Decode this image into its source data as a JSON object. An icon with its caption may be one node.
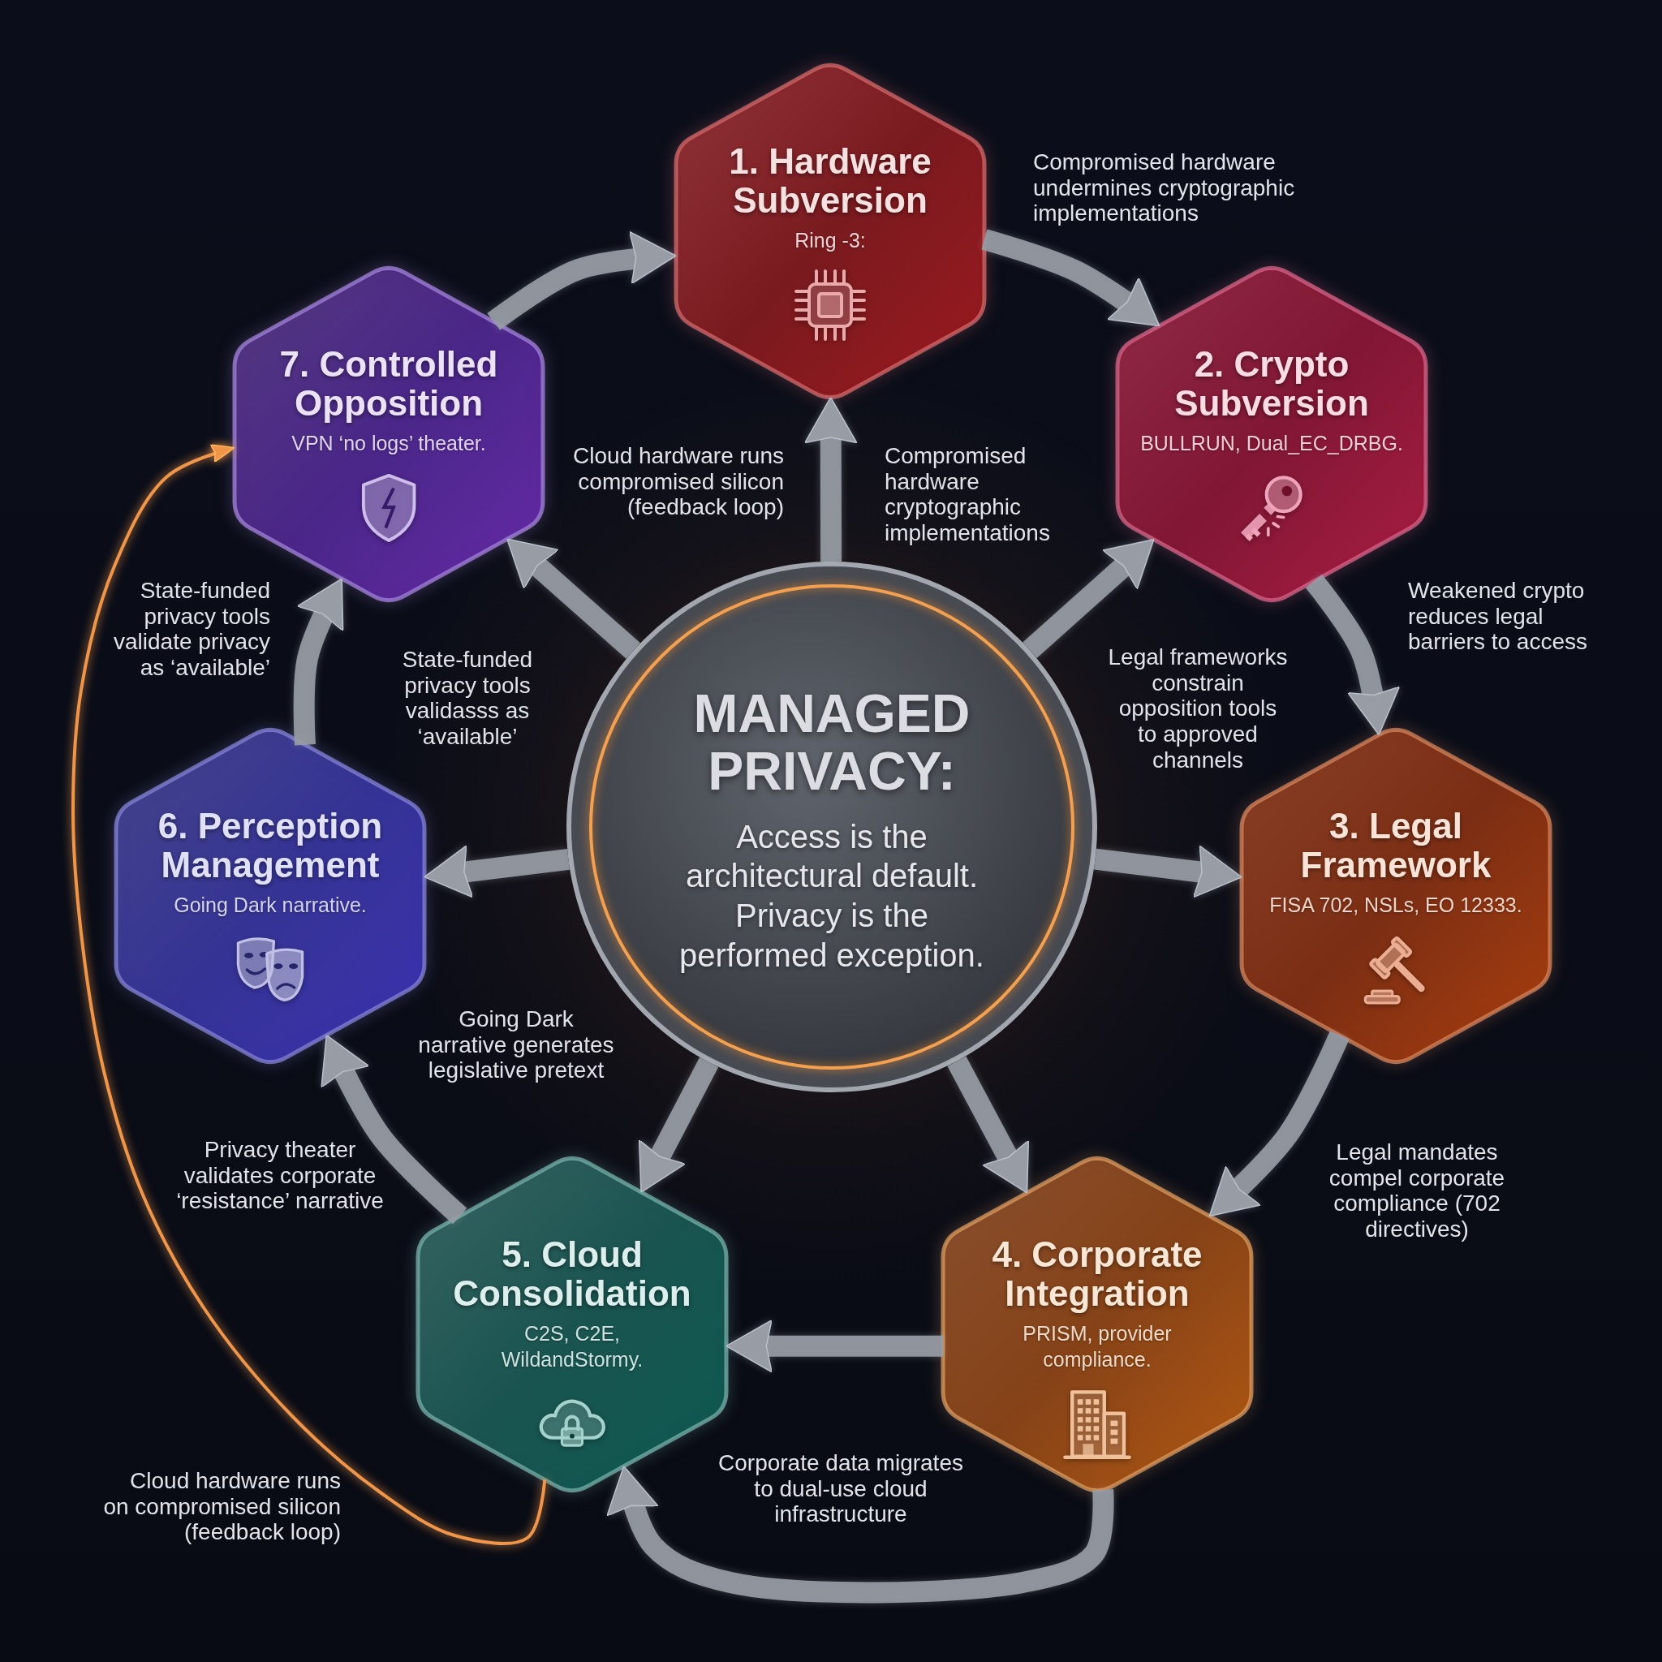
{
  "diagram": {
    "nodes": [
      {
        "text": [
          "1. Hardware Subversion",
          "Ring -3:"
        ]
      },
      {
        "text": [
          "2. Crypto Subversion",
          "BULLRUN, Dual_EC_DRBG."
        ]
      },
      {
        "text": [
          "3. Legal Framework",
          "FISA 702, NSLs, EO 12333."
        ]
      },
      {
        "text": [
          "4. Corporate Integration",
          "PRISM, provider compliance."
        ]
      },
      {
        "text": [
          "5. Cloud Consolidation",
          "C2S, C2E, WildandStormy."
        ]
      },
      {
        "text": [
          "6. Perception Management",
          "Going Dark narrative."
        ]
      },
      {
        "text": [
          "7. Controlled Opposition",
          "VPN ‘no logs’ theater."
        ]
      },
      {
        "text": [
          "MANAGED PRIVACY:",
          "Access is the architectural default. Privacy is the performed exception."
        ]
      }
    ],
    "edges": [
      {
        "from": 7,
        "to": 0,
        "arrow": "to"
      },
      {
        "from": 7,
        "to": 1,
        "arrow": "to"
      },
      {
        "from": 7,
        "to": 2,
        "arrow": "to"
      },
      {
        "from": 7,
        "to": 3,
        "arrow": "to"
      },
      {
        "from": 7,
        "to": 4,
        "arrow": "to"
      },
      {
        "from": 7,
        "to": 5,
        "arrow": "to"
      },
      {
        "from": 7,
        "to": 6,
        "arrow": "to"
      },
      {
        "from": 6,
        "to": 0,
        "arrow": "to"
      },
      {
        "from": 0,
        "to": 1,
        "arrow": "to"
      },
      {
        "from": 1,
        "to": 2,
        "arrow": "to"
      },
      {
        "from": 2,
        "to": 3,
        "arrow": "to"
      },
      {
        "from": 3,
        "to": 4,
        "arrow": "to"
      },
      {
        "from": 3,
        "to": 4,
        "arrow": "to"
      },
      {
        "from": 4,
        "to": 5,
        "arrow": "to"
      },
      {
        "from": 5,
        "to": 6,
        "arrow": "to"
      },
      {
        "from": 4,
        "to": 6,
        "arrow": "to",
        "color": "#f0964a"
      }
    ],
    "labels": [
      "Compromised hardware undermines cryptographic implementations",
      "Cloud hardware runs compromised silicon (feedback loop)",
      "Compromised hardware cryptographic implementations",
      "State-funded privacy tools validate privacy as ‘available’",
      "Weakened crypto reduces legal barriers to access",
      "State-funded privacy tools validasss as ‘available’",
      "Legal frameworks constrain opposition tools to approved channels",
      "Going Dark narrative generates legislative pretext",
      "Privacy theater validates corporate ‘resistance’ narrative",
      "Legal mandates compel corporate compliance (702 directives)",
      "Cloud hardware runs on compromised silicon (feedback loop)",
      "Corporate data migrates to dual-use cloud infrastructure"
    ]
  }
}
